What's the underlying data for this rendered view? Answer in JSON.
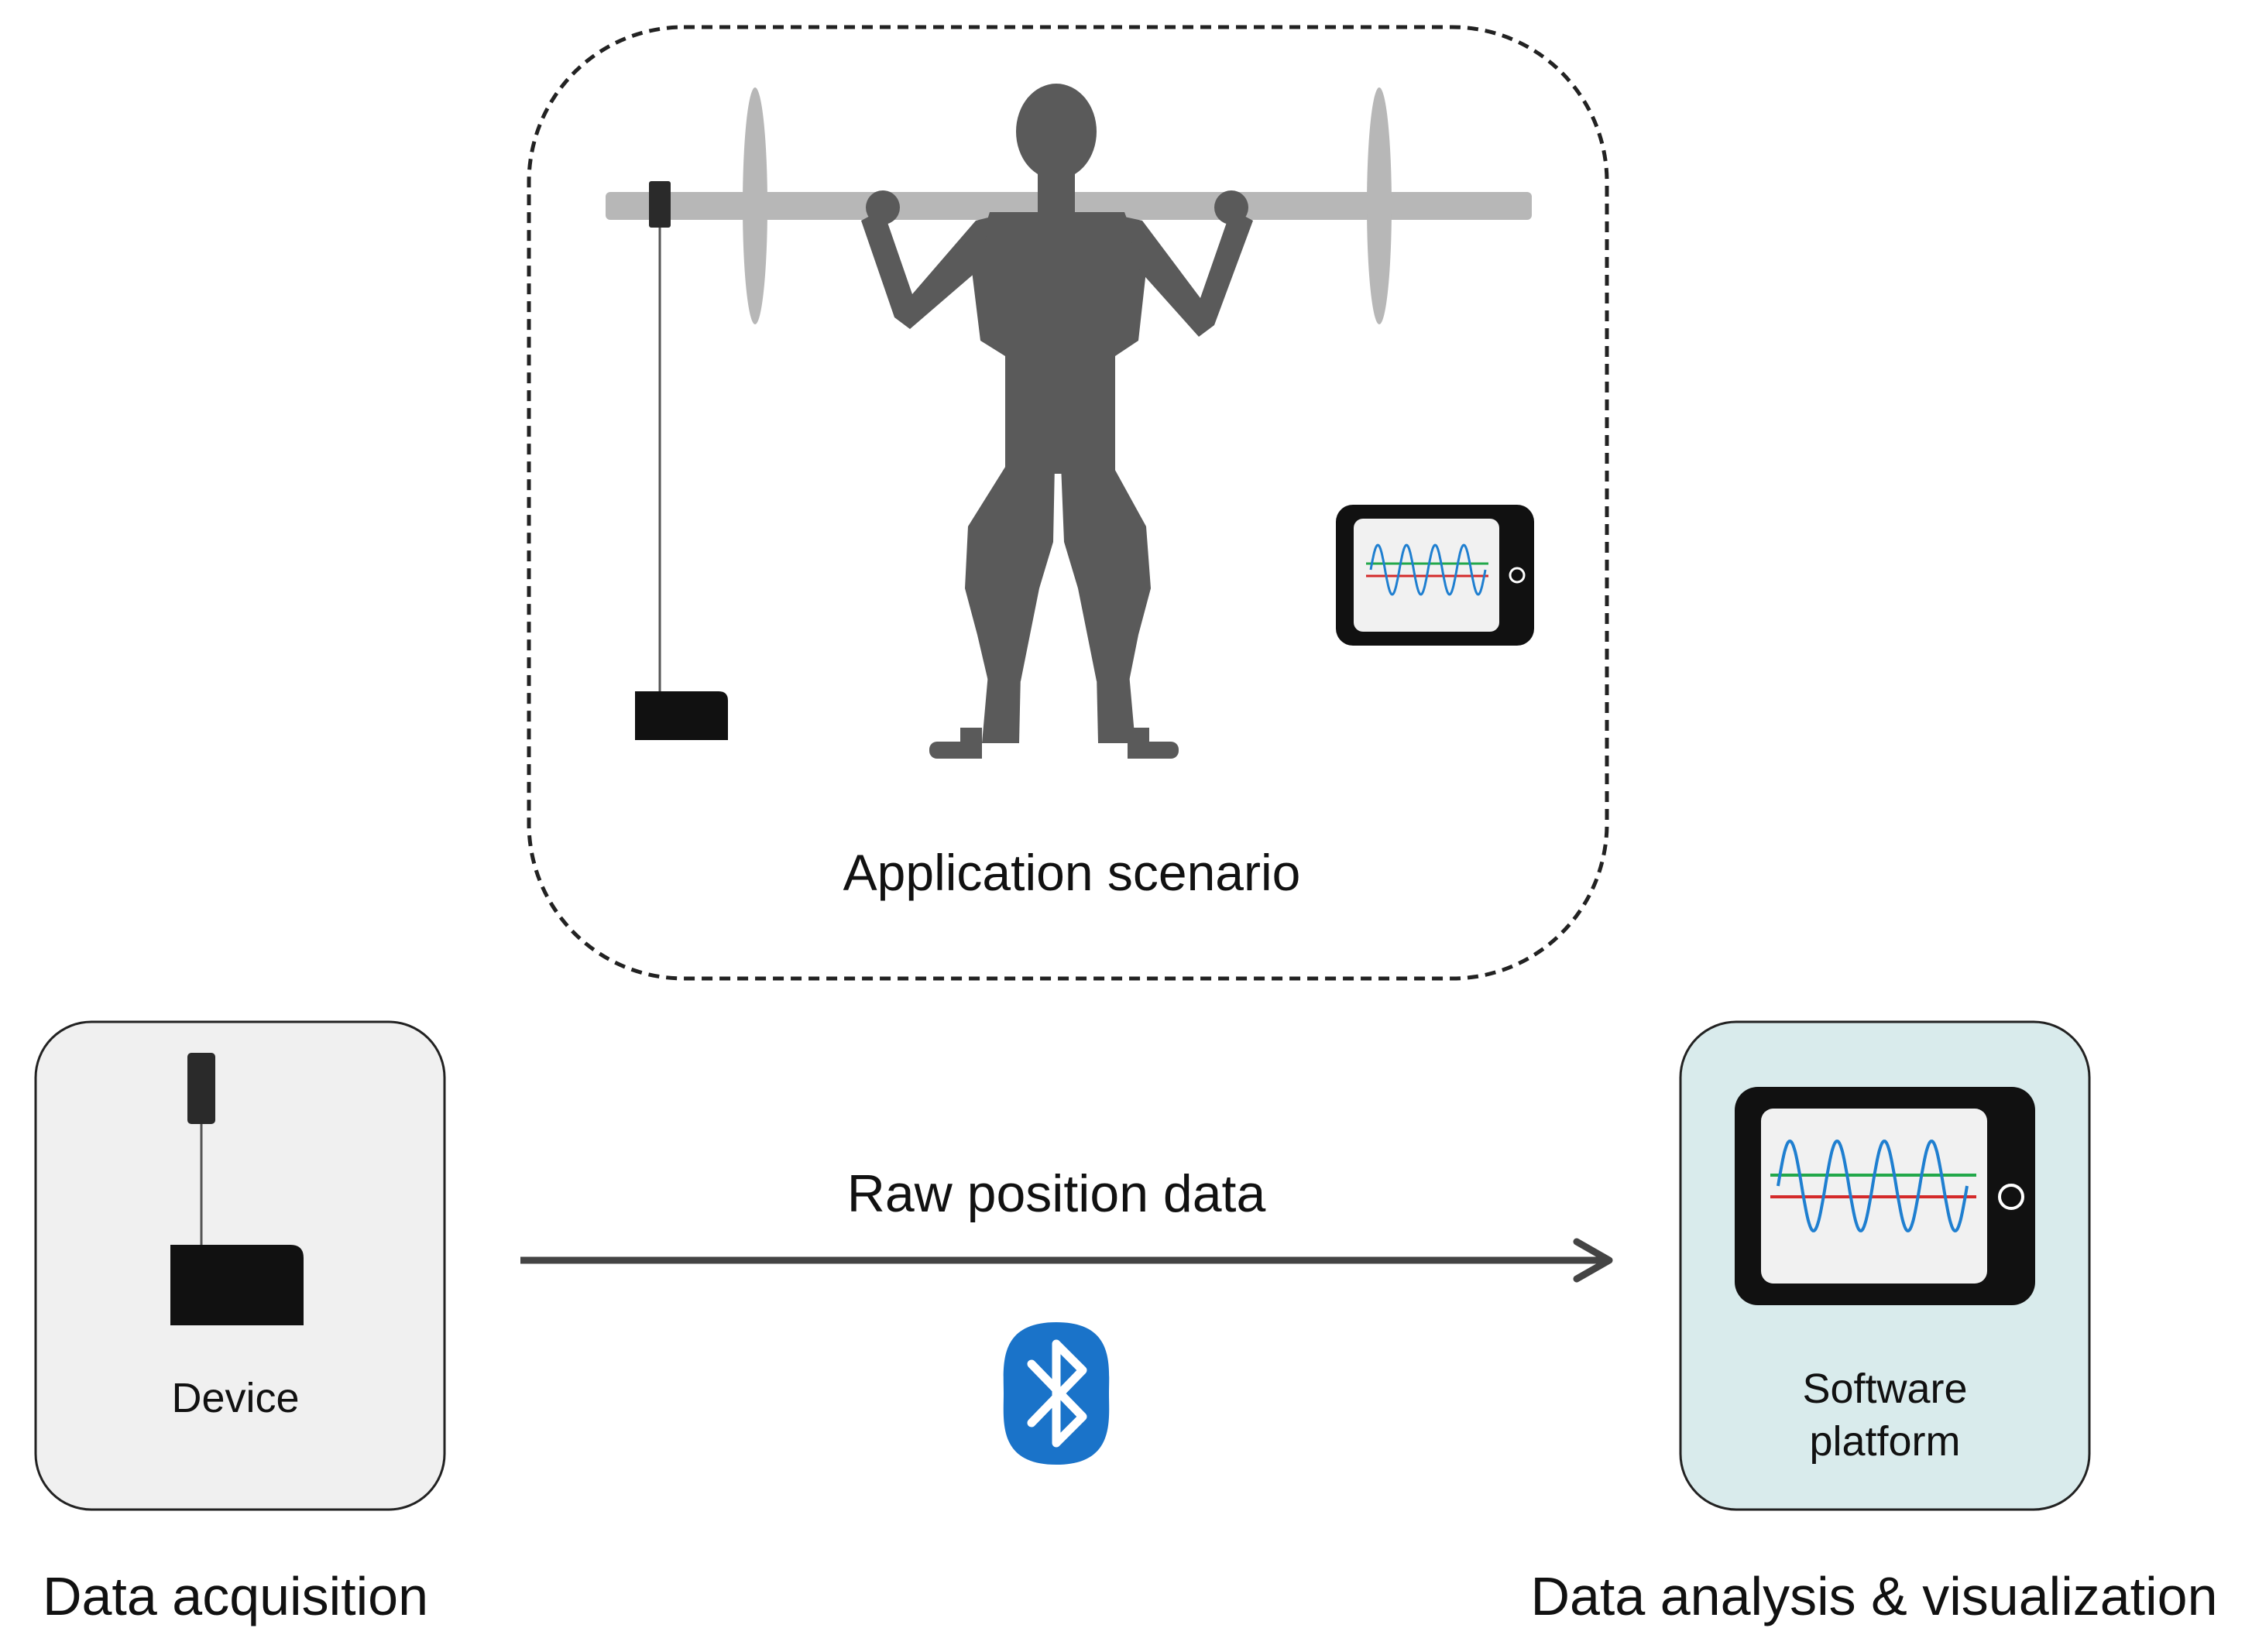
{
  "scenario": {
    "label": "Application scenario"
  },
  "acquisition": {
    "device_label": "Device",
    "caption": "Data acquisition"
  },
  "transfer": {
    "label": "Raw position data",
    "icon": "bluetooth-icon",
    "icon_color": "#1a73c9"
  },
  "analysis": {
    "panel_label_line1": "Software",
    "panel_label_line2": "platform",
    "caption": "Data analysis & visualization"
  },
  "colors": {
    "figure": "#5a5a5a",
    "barbell": "#b7b7b7",
    "device_box_fill": "#f0f0f0",
    "software_box_fill": "#d9ebec",
    "signal_green": "#22a84a",
    "signal_red": "#d42a2a",
    "signal_blue": "#1f7fd0"
  }
}
